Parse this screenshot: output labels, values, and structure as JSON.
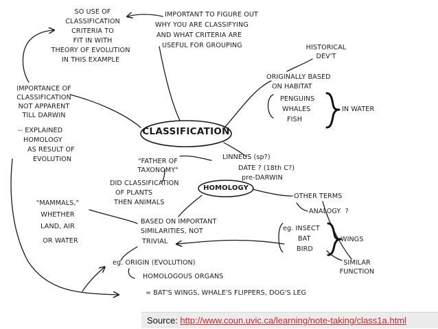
{
  "diagram": {
    "central": "CLASSIFICATION",
    "homology": "HOMOLOGY",
    "so_use": [
      "SO USE OF",
      "CLASSIFICATION",
      "CRITERIA TO",
      "FIT IN WITH",
      "THEORY OF EVOLUTION",
      "IN THIS EXAMPLE"
    ],
    "important_figure": [
      "IMPORTANT TO FIGURE OUT",
      "WHY YOU ARE CLASSIFYING",
      "AND WHAT CRITERIA ARE",
      "USEFUL FOR GROUPING"
    ],
    "historical": [
      "HISTORICAL",
      "DEV'T"
    ],
    "originally": [
      "ORIGINALLY BASED",
      "ON HABITAT"
    ],
    "habitat_items": [
      "PENGUINS",
      "WHALES",
      "FISH"
    ],
    "in_water": "IN WATER",
    "importance": [
      "IMPORTANCE OF",
      "CLASSIFICATION",
      "NOT APPARENT",
      "TILL DARWIN"
    ],
    "explained": [
      "-- EXPLAINED",
      "HOMOLOGY",
      "AS RESULT OF",
      "EVOLUTION"
    ],
    "linneus": "LINNEUS (sp?)",
    "date": [
      "DATE ? (18th C?)",
      "pre-DARWIN"
    ],
    "father": [
      "\"FATHER OF",
      "TAXONOMY\""
    ],
    "did_classification": [
      "DID CLASSIFICATION",
      "OF PLANTS",
      "THEN ANIMALS"
    ],
    "mammals": [
      "\"MAMMALS,\"",
      "WHETHER",
      "LAND, AIR",
      "OR WATER"
    ],
    "based_on": [
      "BASED ON IMPORTANT",
      "SIMILARITIES, NOT",
      "TRIVIAL"
    ],
    "other_terms": "OTHER TERMS",
    "analogy": "ANALOGY  ?",
    "eg_insect": "eg. INSECT",
    "bat": "BAT",
    "bird": "BIRD",
    "wings": "WINGS",
    "similar": [
      "SIMILAR",
      "FUNCTION"
    ],
    "eg_origin": "eg. ORIGIN (EVOLUTION)",
    "homologous": "HOMOLOGOUS ORGANS",
    "bats_wings": "= BAT'S WINGS, WHALE'S FLIPPERS, DOG'S LEG"
  },
  "source": {
    "label": "Source: ",
    "url": "http://www.coun.uvic.ca/learning/note-taking/class1a.html"
  }
}
